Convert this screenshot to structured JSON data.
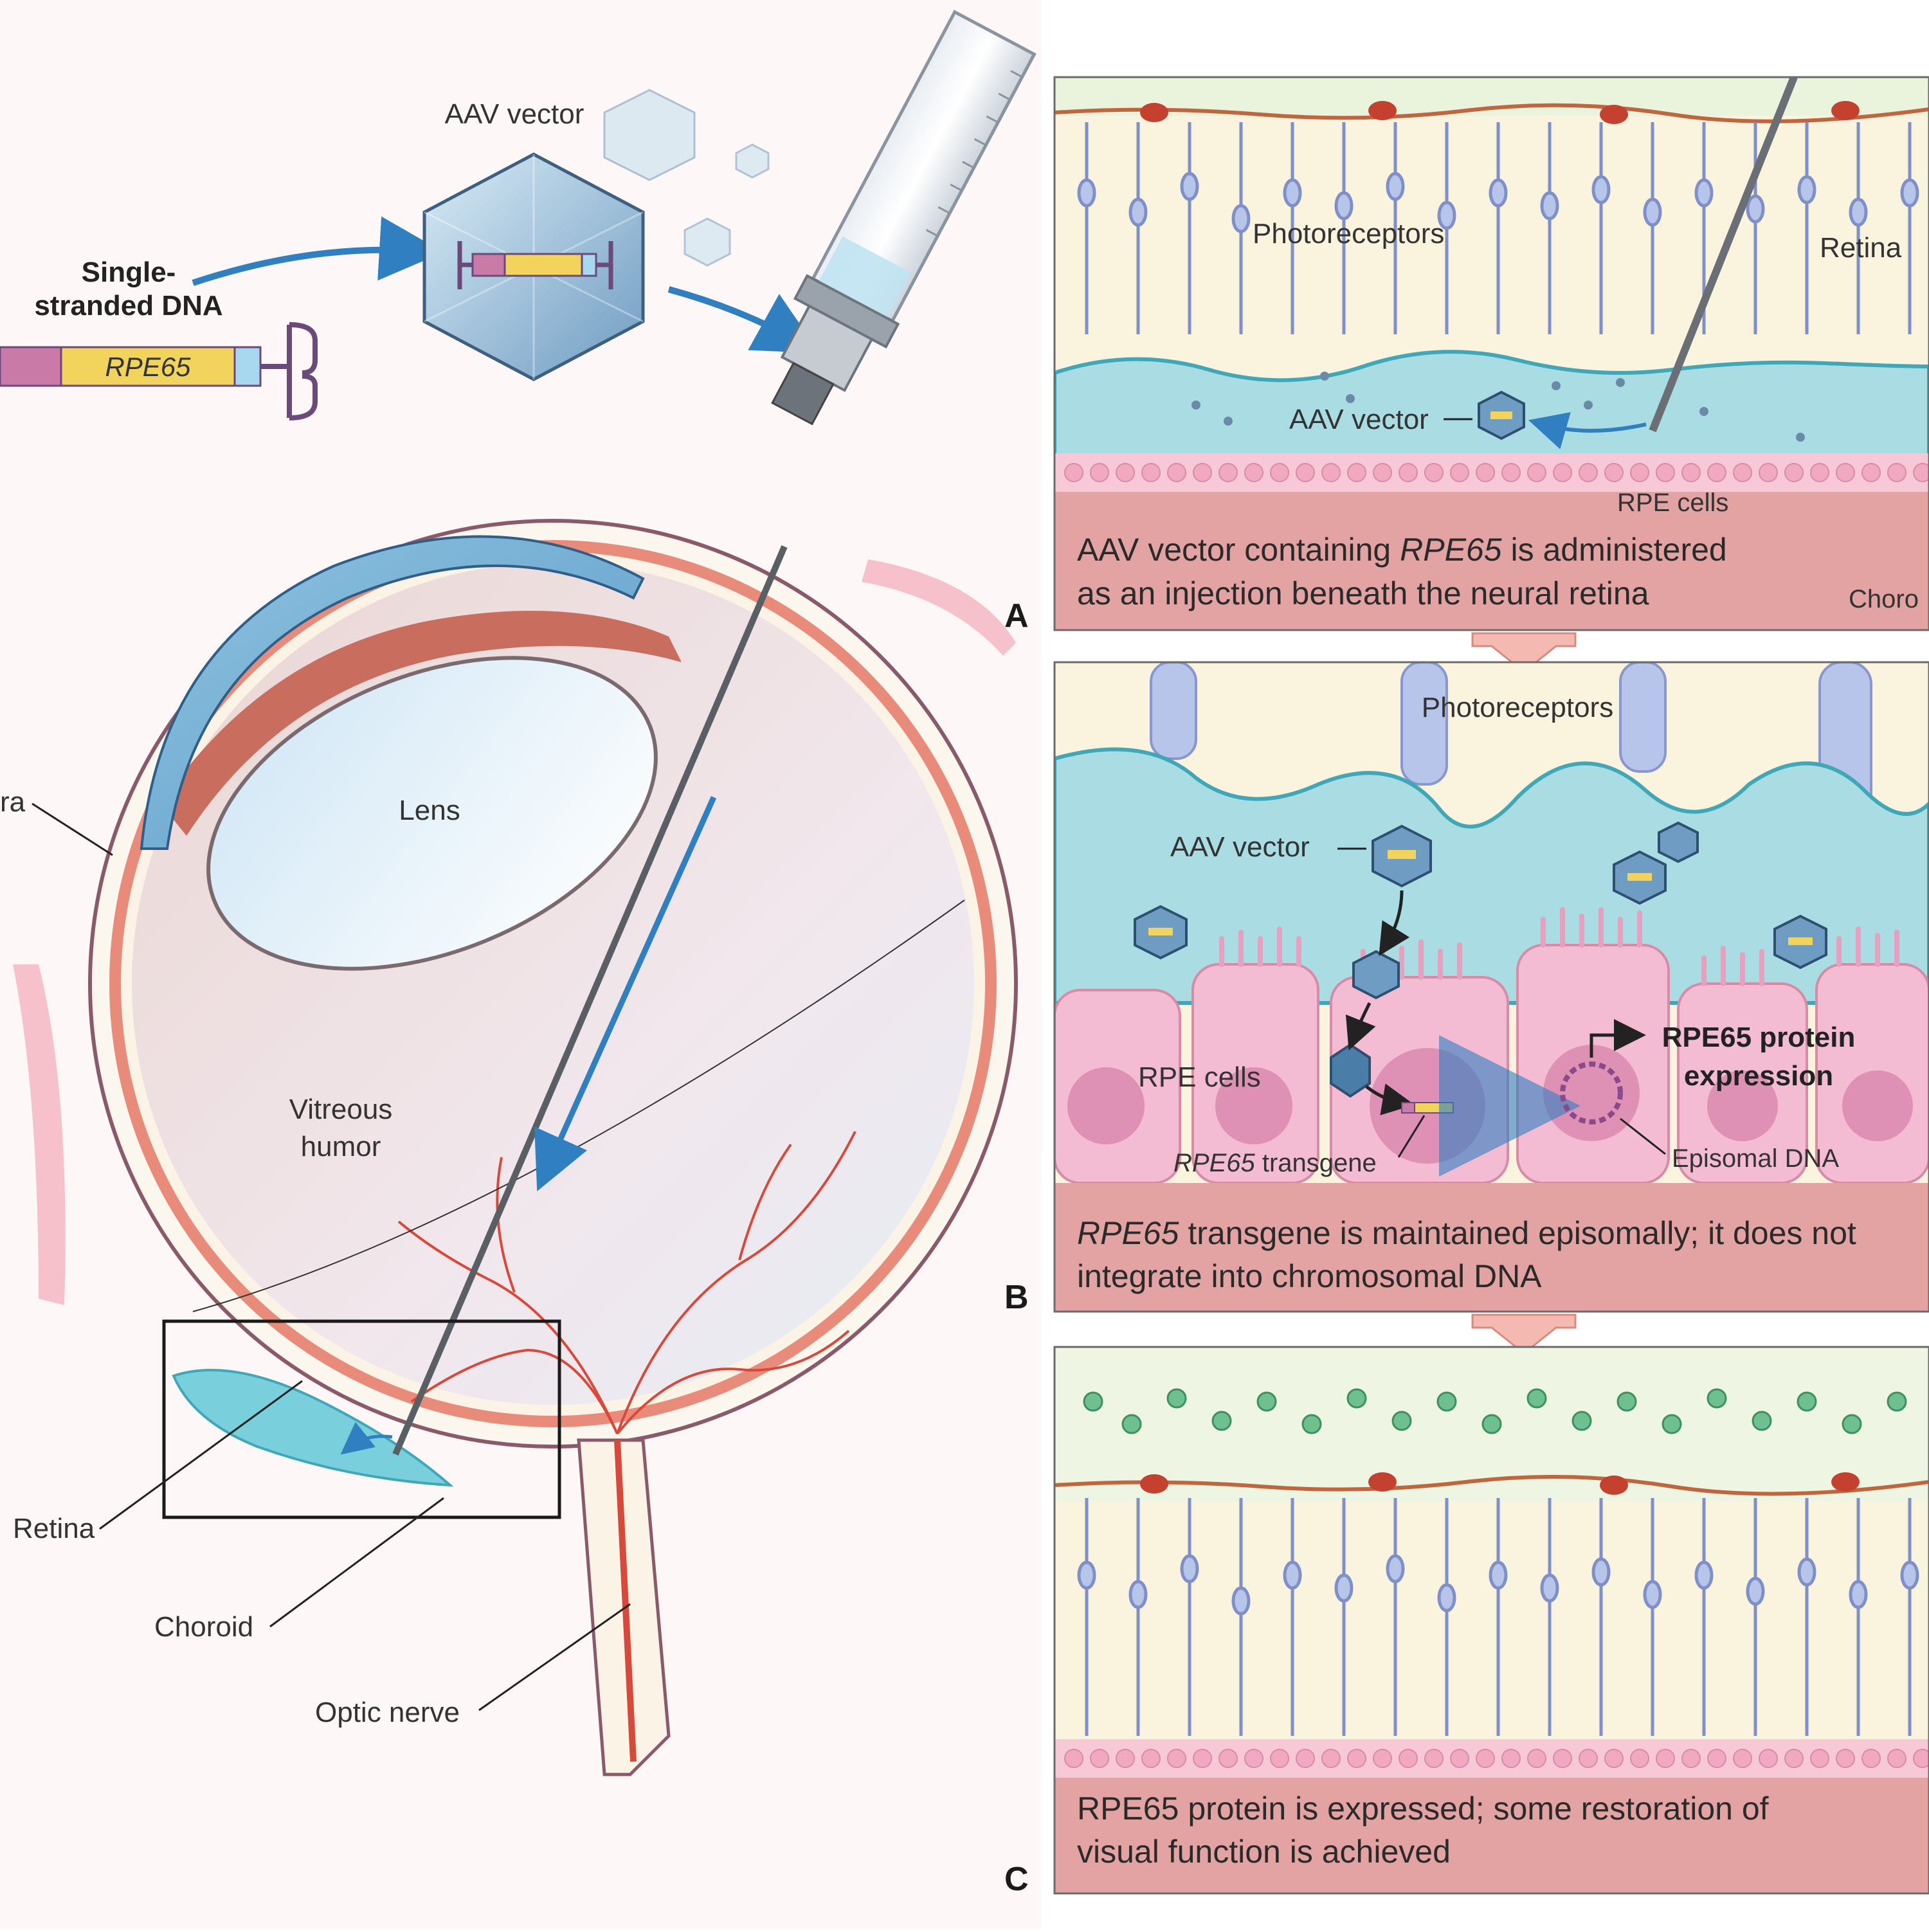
{
  "labels": {
    "ssdna_line1": "Single-",
    "ssdna_line2": "stranded DNA",
    "gene": "RPE65",
    "aav_top": "AAV vector",
    "lens": "Lens",
    "vitreous_line1": "Vitreous",
    "vitreous_line2": "humor",
    "sclera_fragment": "ra",
    "retina": "Retina",
    "choroid": "Choroid",
    "optic_nerve": "Optic nerve"
  },
  "panel_a": {
    "letter": "A",
    "photoreceptors": "Photoreceptors",
    "retina": "Retina",
    "aav_vector": "AAV vector",
    "rpe_cells": "RPE cells",
    "choroid_fragment": "Choro",
    "caption_line1_pre": "AAV vector containing ",
    "caption_line1_gene": "RPE65",
    "caption_line1_post": " is administered",
    "caption_line2": "as an injection beneath the neural retina"
  },
  "panel_b": {
    "letter": "B",
    "photoreceptors": "Photoreceptors",
    "aav_vector": "AAV vector",
    "rpe_cells": "RPE cells",
    "protein_line1": "RPE65 protein",
    "protein_line2": "expression",
    "transgene_gene": "RPE65",
    "transgene_word": " transgene",
    "episomal": "Episomal DNA",
    "caption_line1_gene": "RPE65",
    "caption_line1_post": " transgene is maintained episomally; it does not",
    "caption_line2": "integrate into chromosomal DNA"
  },
  "panel_c": {
    "letter": "C",
    "caption_line1": "RPE65 protein is expressed; some restoration of",
    "caption_line2": "visual function is achieved"
  },
  "colors": {
    "caption_band": "#e4a3a3",
    "subretinal_fluid": "#a9dde3",
    "photoreceptor_layer": "#faf4df",
    "rpe_cell_pink": "#f4bcd3",
    "vector_blue": "#2f7fc1",
    "gene_yellow": "#f2d35c",
    "gene_pink": "#c97aa6",
    "gene_blue": "#a8d8ef",
    "vessel_red": "#d9493b"
  }
}
